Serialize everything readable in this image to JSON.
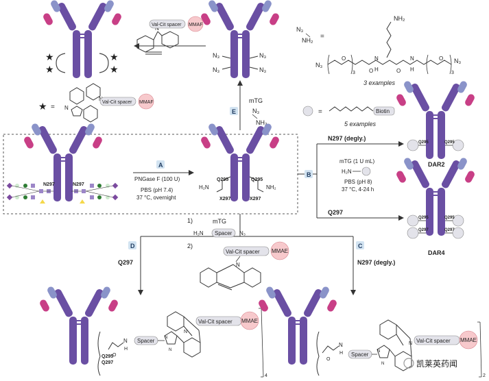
{
  "colors": {
    "heavy_chain": "#6a4fa3",
    "light_chain_inner": "#8a93c9",
    "light_chain_tip": "#c83f86",
    "star": "#e23a4a",
    "pink_bubble": "#f7c9cc",
    "grey_bubble": "#e3e3ea",
    "badge": "#d2e3f1",
    "azide": "#e0533a",
    "amine": "#3a7bd5"
  },
  "reaction_A": {
    "badge": "A",
    "enzyme": "PNGase F (100 U)",
    "buffer": "PBS (pH 7.4)",
    "conditions": "37 °C, overnight"
  },
  "glycan_labels": {
    "left": "N297",
    "right": "N297"
  },
  "deglycosylated": {
    "top_left": "Q295",
    "top_right": "Q295",
    "bottom_left": "X297",
    "bottom_right": "X297",
    "amide_left": "H₂N",
    "amide_right": "NH₂"
  },
  "reaction_E": {
    "badge": "E",
    "enzyme": "mTG",
    "azide": "N₃",
    "amine": "NH₂"
  },
  "top_labels": {
    "n3": "N₃",
    "spacer_conjugate": "Val-Cit spacer",
    "payload": "MMAF"
  },
  "legend_star": {
    "eq": "=",
    "spacer": "Val-Cit spacer",
    "payload": "MMAF",
    "n": "N"
  },
  "azide_lysine": {
    "reagent_top": "N₃",
    "reagent_bottom": "NH₂",
    "eq": "=",
    "nh2": "NH₂",
    "n3_left": "N₃",
    "n3_right": "N₃",
    "sub3a": "3",
    "sub3b": "3",
    "h1": "H",
    "n1": "N",
    "h2": "H",
    "n2": "N",
    "o_a": "O",
    "o_b": "O",
    "o_c": "O",
    "o_d": "O",
    "examples": "3 examples"
  },
  "biotin_reagent": {
    "eq": "=",
    "label": "Biotin",
    "examples": "5 examples"
  },
  "reaction_B": {
    "badge": "B",
    "n297_label": "N297 (degly.)",
    "enzyme": "mTG (1 U mL)",
    "amine": "H₂N",
    "buffer": "PBS (pH 8)",
    "conditions": "37 °C, 4-24 h",
    "q297_label": "Q297"
  },
  "dar2": {
    "label": "DAR2",
    "q_left": "Q295",
    "q_right": "Q295"
  },
  "dar4": {
    "label": "DAR4",
    "q1_left": "Q295",
    "q1_right": "Q295",
    "q2_left": "Q297",
    "q2_right": "Q297"
  },
  "central_reagents": {
    "step1": "1)",
    "step1_enzyme": "mTG",
    "amine": "H₂N",
    "spacer": "Spacer",
    "azide": "N₃",
    "step2": "2)",
    "spacer2": "Val-Cit spacer",
    "payload": "MMAE",
    "n": "N"
  },
  "reaction_D": {
    "badge": "D",
    "label": "Q297"
  },
  "reaction_C": {
    "badge": "C",
    "label": "N297 (degly.)"
  },
  "product_D": {
    "q_top": "Q295",
    "q_bottom": "Q297",
    "n": "N",
    "h": "H",
    "o": "O",
    "spacer": "Spacer",
    "n1": "N",
    "n2": "N",
    "spacer2": "Val-Cit spacer",
    "payload": "MMAE",
    "subscript": "4"
  },
  "product_C": {
    "n": "N",
    "h": "H",
    "o": "O",
    "spacer": "Spacer",
    "n1": "N",
    "n2": "N",
    "spacer2": "Val-Cit spacer",
    "payload": "MMAE",
    "subscript": "2"
  },
  "watermark": "凯莱英药闻"
}
